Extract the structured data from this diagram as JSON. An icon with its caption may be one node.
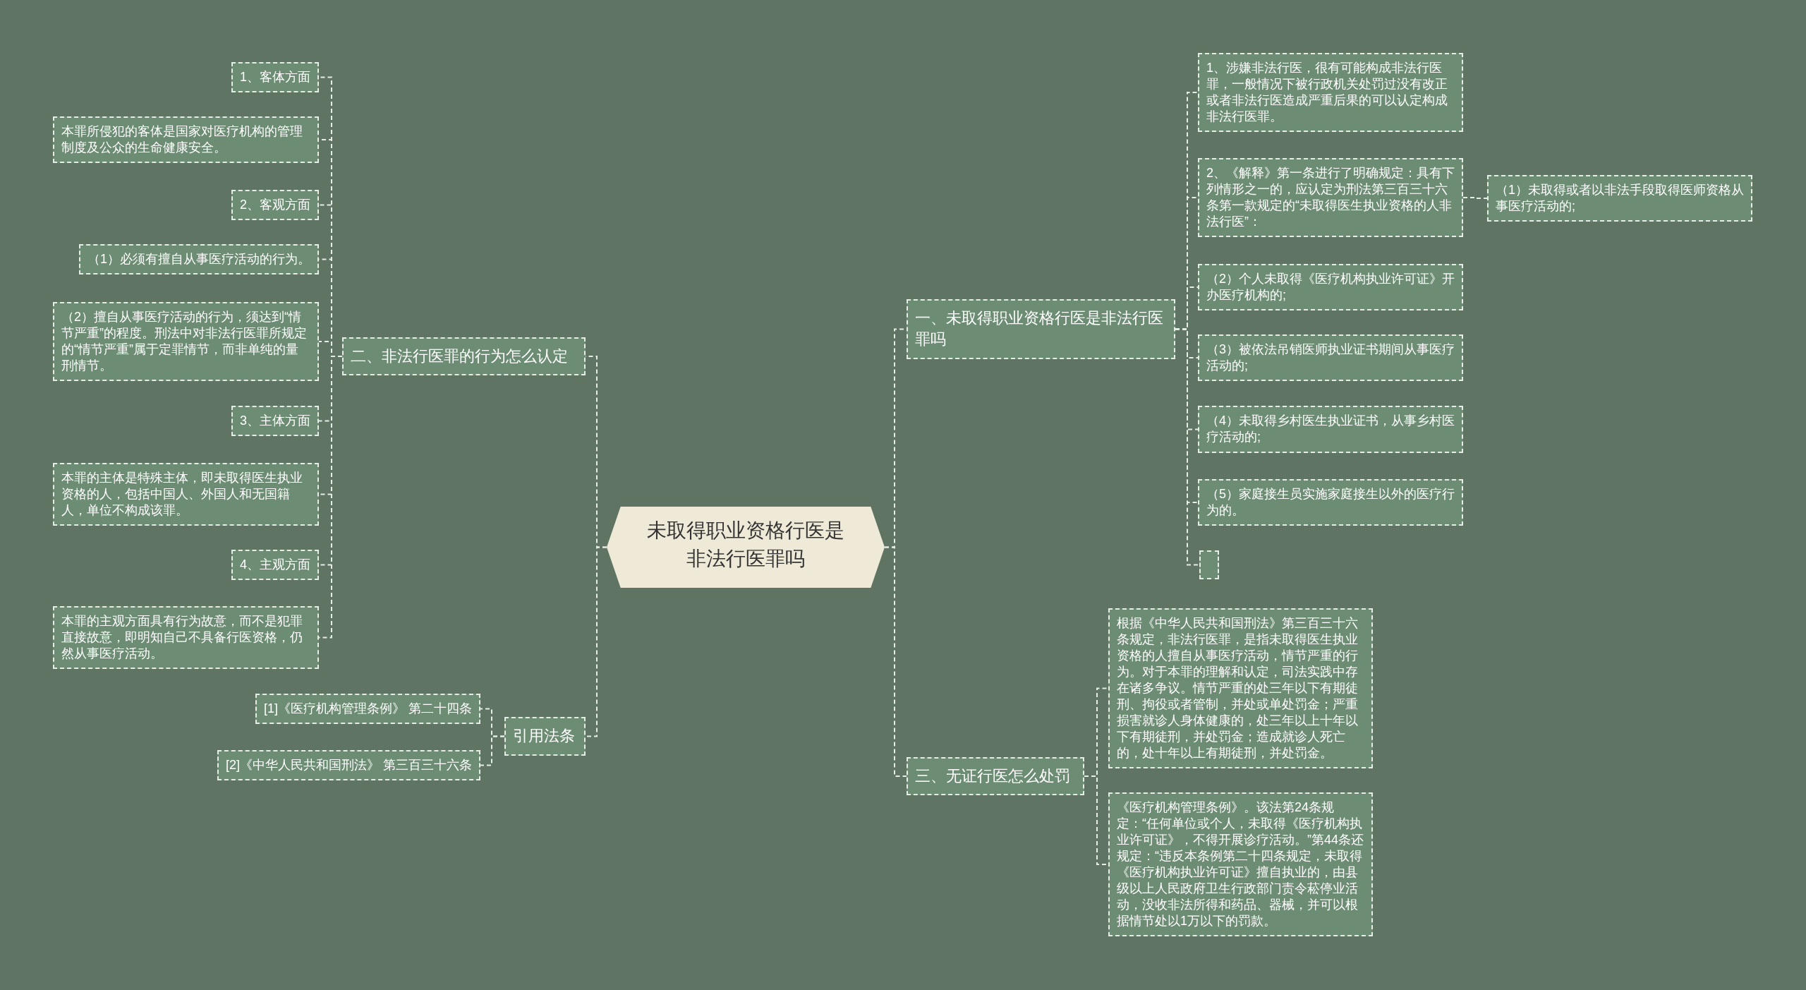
{
  "diagram": {
    "nodes": [
      {
        "text": [
          "未取得职业资格行医是非法行医罪吗"
        ]
      },
      {
        "text": [
          "一、未取得职业资格行医是非法行医罪吗"
        ]
      },
      {
        "text": [
          "1、涉嫌非法行医，很有可能构成非法行医罪，一般情况下被行政机关处罚过没有改正或者非法行医造成严重后果的可以认定构成非法行医罪。"
        ]
      },
      {
        "text": [
          "2、《解释》第一条进行了明确规定：具有下列情形之一的，应认定为刑法第三百三十六条第一款规定的“未取得医生执业资格的人非法行医”："
        ]
      },
      {
        "text": [
          "（1）未取得或者以非法手段取得医师资格从事医疗活动的;"
        ]
      },
      {
        "text": [
          "（2）个人未取得《医疗机构执业许可证》开办医疗机构的;"
        ]
      },
      {
        "text": [
          "（3）被依法吊销医师执业证书期间从事医疗活动的;"
        ]
      },
      {
        "text": [
          "（4）未取得乡村医生执业证书，从事乡村医疗活动的;"
        ]
      },
      {
        "text": [
          "（5）家庭接生员实施家庭接生以外的医疗行为的。"
        ]
      },
      {
        "text": [],
        "shape": "box"
      },
      {
        "text": [
          "三、无证行医怎么处罚"
        ]
      },
      {
        "text": [
          "根据《中华人民共和国刑法》第三百三十六条规定，非法行医罪，是指未取得医生执业资格的人擅自从事医疗活动，情节严重的行为。对于本罪的理解和认定，司法实践中存在诸多争议。情节严重的处三年以下有期徒刑、拘役或者管制，并处或单处罚金；严重损害就诊人身体健康的，处三年以上十年以下有期徒刑，并处罚金；造成就诊人死亡的，处十年以上有期徒刑，并处罚金。"
        ]
      },
      {
        "text": [
          "《医疗机构管理条例》。该法第24条规定：“任何单位或个人，未取得《医疗机构执业许可证》，不得开展诊疗活动。”第44条还规定：“违反本条例第二十四条规定，未取得《医疗机构执业许可证》擅自执业的，由县级以上人民政府卫生行政部门责令菘停业活动，没收非法所得和药品、器械，并可以根据情节处以1万以下的罚款。"
        ]
      },
      {
        "text": [
          "二、非法行医罪的行为怎么认定"
        ]
      },
      {
        "text": [
          "1、客体方面"
        ]
      },
      {
        "text": [
          "本罪所侵犯的客体是国家对医疗机构的管理制度及公众的生命健康安全。"
        ]
      },
      {
        "text": [
          "2、客观方面"
        ]
      },
      {
        "text": [
          "（1）必须有擅自从事医疗活动的行为。"
        ]
      },
      {
        "text": [
          "（2）擅自从事医疗活动的行为，须达到“情节严重”的程度。刑法中对非法行医罪所规定的“情节严重”属于定罪情节，而非单纯的量刑情节。"
        ]
      },
      {
        "text": [
          "3、主体方面"
        ]
      },
      {
        "text": [
          "本罪的主体是特殊主体，即未取得医生执业资格的人，包括中国人、外国人和无国籍人，单位不构成该罪。"
        ]
      },
      {
        "text": [
          "4、主观方面"
        ]
      },
      {
        "text": [
          "本罪的主观方面具有行为故意，而不是犯罪直接故意，即明知自己不具备行医资格，仍然从事医疗活动。"
        ]
      },
      {
        "text": [
          "引用法条"
        ]
      },
      {
        "text": [
          "[1]《医疗机构管理条例》 第二十四条"
        ]
      },
      {
        "text": [
          "[2]《中华人民共和国刑法》 第三百三十六条"
        ]
      }
    ],
    "edges": [
      {
        "from": 0,
        "to": 1,
        "arrow": "none"
      },
      {
        "from": 1,
        "to": 2,
        "arrow": "none"
      },
      {
        "from": 1,
        "to": 3,
        "arrow": "none"
      },
      {
        "from": 3,
        "to": 4,
        "arrow": "none"
      },
      {
        "from": 1,
        "to": 5,
        "arrow": "none"
      },
      {
        "from": 1,
        "to": 6,
        "arrow": "none"
      },
      {
        "from": 1,
        "to": 7,
        "arrow": "none"
      },
      {
        "from": 1,
        "to": 8,
        "arrow": "none"
      },
      {
        "from": 1,
        "to": 9,
        "arrow": "none"
      },
      {
        "from": 0,
        "to": 10,
        "arrow": "none"
      },
      {
        "from": 10,
        "to": 11,
        "arrow": "none"
      },
      {
        "from": 10,
        "to": 12,
        "arrow": "none"
      },
      {
        "from": 0,
        "to": 13,
        "arrow": "none"
      },
      {
        "from": 13,
        "to": 14,
        "arrow": "none"
      },
      {
        "from": 13,
        "to": 15,
        "arrow": "none"
      },
      {
        "from": 13,
        "to": 16,
        "arrow": "none"
      },
      {
        "from": 13,
        "to": 17,
        "arrow": "none"
      },
      {
        "from": 13,
        "to": 18,
        "arrow": "none"
      },
      {
        "from": 13,
        "to": 19,
        "arrow": "none"
      },
      {
        "from": 13,
        "to": 20,
        "arrow": "none"
      },
      {
        "from": 13,
        "to": 21,
        "arrow": "none"
      },
      {
        "from": 13,
        "to": 22,
        "arrow": "none"
      },
      {
        "from": 0,
        "to": 23,
        "arrow": "none"
      },
      {
        "from": 23,
        "to": 24,
        "arrow": "none"
      },
      {
        "from": 23,
        "to": 25,
        "arrow": "none"
      }
    ]
  }
}
